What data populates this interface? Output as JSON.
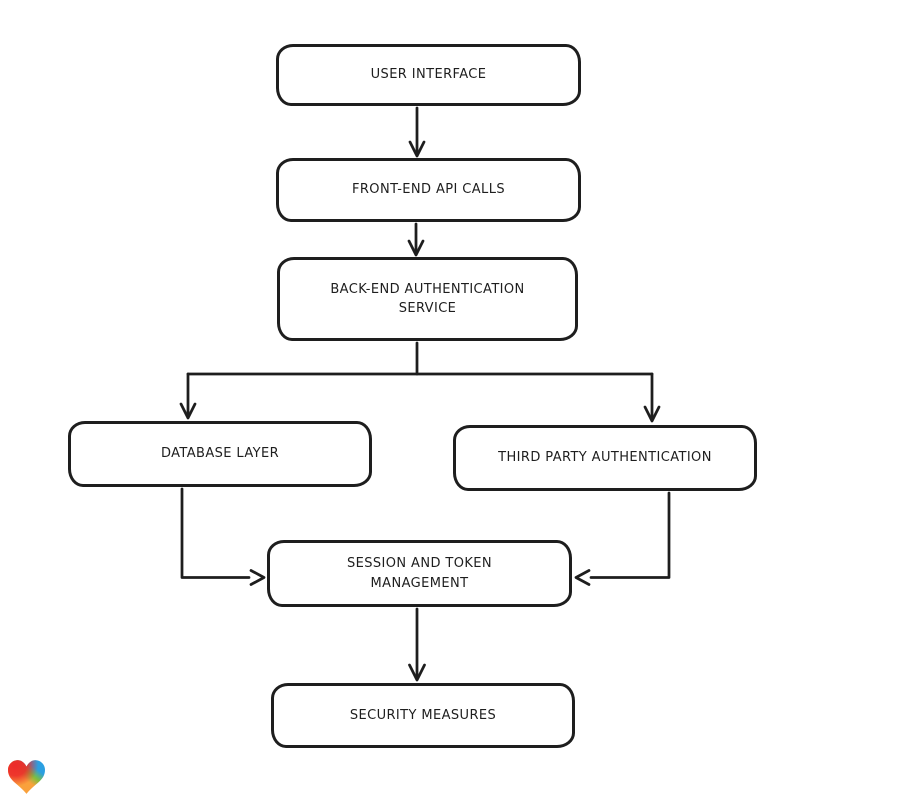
{
  "page": {
    "background": "#ffffff",
    "stroke_color": "#1e1e1e"
  },
  "diagram": {
    "type": "flowchart",
    "direction": "top-down",
    "nodes": [
      {
        "id": "user-interface",
        "label": "USER INTERFACE"
      },
      {
        "id": "front-end-api-calls",
        "label": "FRONT-END API CALLS"
      },
      {
        "id": "back-end-authentication-service",
        "label": "BACK-END AUTHENTICATION\nSERVICE"
      },
      {
        "id": "database-layer",
        "label": "DATABASE LAYER"
      },
      {
        "id": "third-party-authentication",
        "label": "THIRD PARTY AUTHENTICATION"
      },
      {
        "id": "session-and-token-management",
        "label": "SESSION AND TOKEN\nMANAGEMENT"
      },
      {
        "id": "security-measures",
        "label": "SECURITY MEASURES"
      }
    ],
    "edges": [
      {
        "from": "user-interface",
        "to": "front-end-api-calls"
      },
      {
        "from": "front-end-api-calls",
        "to": "back-end-authentication-service"
      },
      {
        "from": "back-end-authentication-service",
        "to": "database-layer"
      },
      {
        "from": "back-end-authentication-service",
        "to": "third-party-authentication"
      },
      {
        "from": "database-layer",
        "to": "session-and-token-management"
      },
      {
        "from": "third-party-authentication",
        "to": "session-and-token-management"
      },
      {
        "from": "session-and-token-management",
        "to": "security-measures"
      }
    ]
  },
  "branding": {
    "logo": "gradient-heart-logo",
    "logo_colors": {
      "red": "#ed2b2a",
      "orange": "#f9a13c",
      "green": "#7dbf3f",
      "blue": "#2b9fe1"
    }
  }
}
